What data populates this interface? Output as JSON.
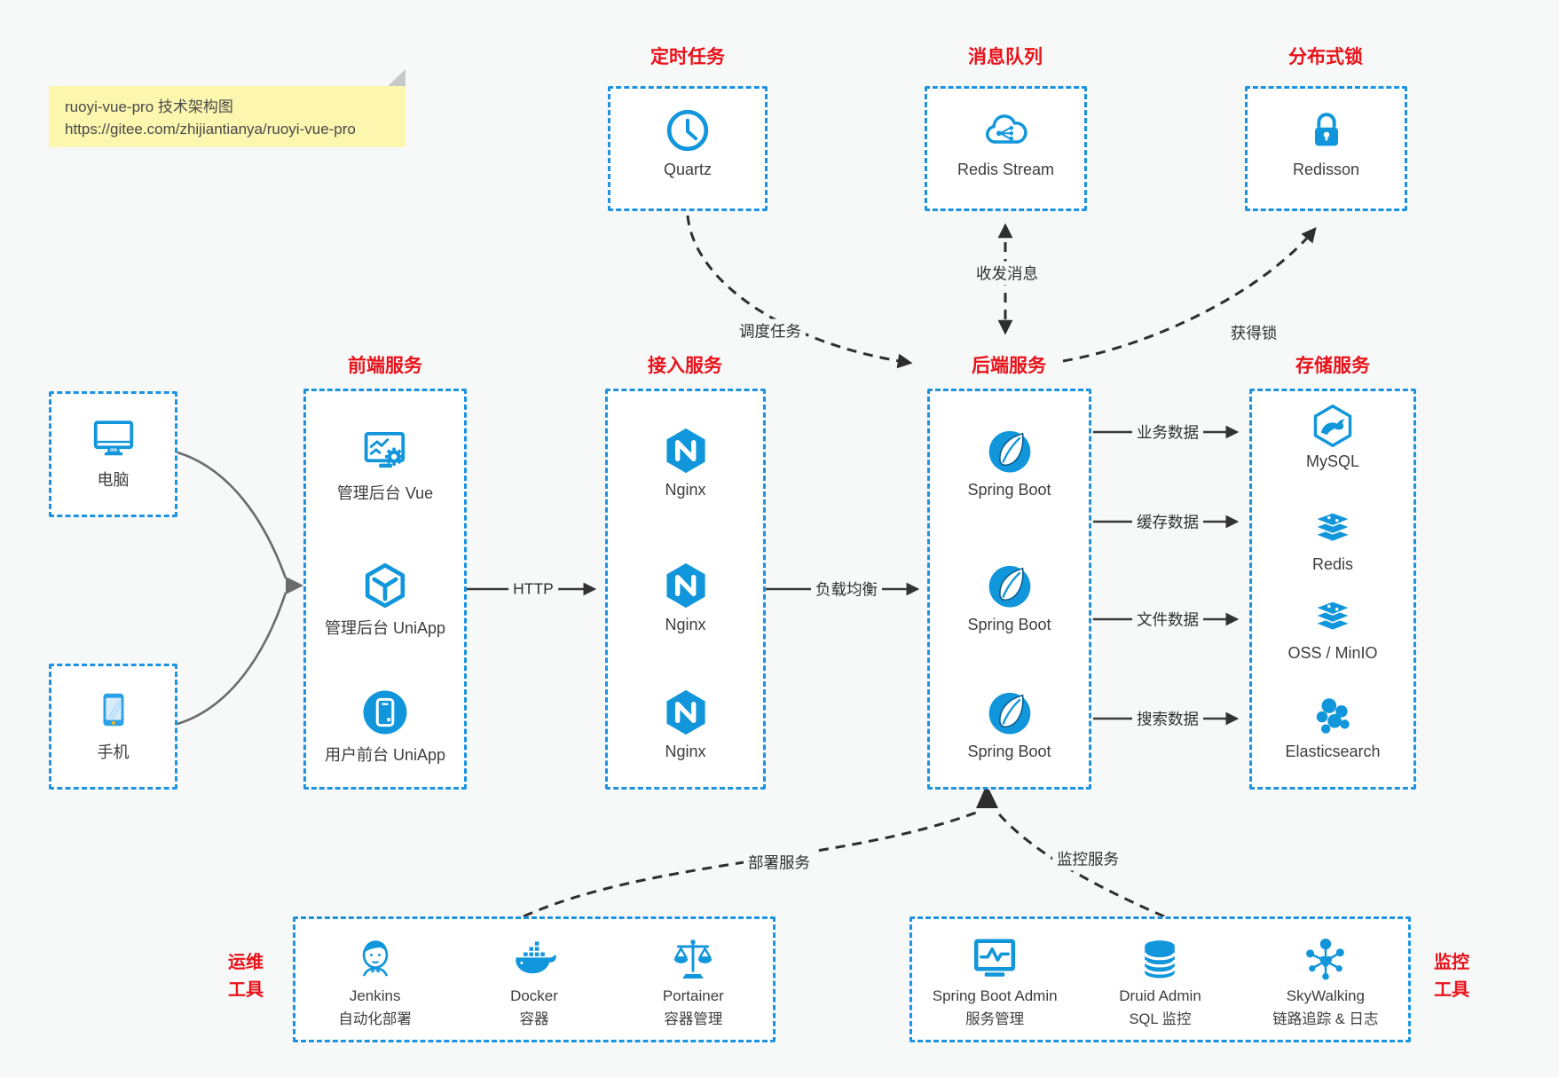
{
  "note": {
    "line1": "ruoyi-vue-pro 技术架构图",
    "line2": "https://gitee.com/zhijiantianya/ruoyi-vue-pro"
  },
  "colors": {
    "accent_blue": "#1296db",
    "box_dash_blue": "#1b93e0",
    "title_red": "#e8121a",
    "note_bg": "#fcf6ae"
  },
  "top_services": [
    {
      "title": "定时任务",
      "item": "Quartz",
      "icon": "clock-icon"
    },
    {
      "title": "消息队列",
      "item": "Redis Stream",
      "icon": "cloud-share-icon"
    },
    {
      "title": "分布式锁",
      "item": "Redisson",
      "icon": "lock-icon"
    }
  ],
  "clients": [
    {
      "label": "电脑",
      "icon": "desktop-icon"
    },
    {
      "label": "手机",
      "icon": "smartphone-icon"
    }
  ],
  "frontend": {
    "title": "前端服务",
    "items": [
      {
        "label": "管理后台 Vue"
      },
      {
        "label": "管理后台 UniApp"
      },
      {
        "label": "用户前台 UniApp"
      }
    ]
  },
  "gateway": {
    "title": "接入服务",
    "items": [
      {
        "label": "Nginx"
      },
      {
        "label": "Nginx"
      },
      {
        "label": "Nginx"
      }
    ]
  },
  "backend": {
    "title": "后端服务",
    "items": [
      {
        "label": "Spring Boot"
      },
      {
        "label": "Spring Boot"
      },
      {
        "label": "Spring Boot"
      }
    ]
  },
  "storage": {
    "title": "存储服务",
    "items": [
      {
        "label": "MySQL"
      },
      {
        "label": "Redis"
      },
      {
        "label": "OSS / MinIO"
      },
      {
        "label": "Elasticsearch"
      }
    ]
  },
  "ops_tools": {
    "title_line1": "运维",
    "title_line2": "工具",
    "items": [
      {
        "name": "Jenkins",
        "desc": "自动化部署"
      },
      {
        "name": "Docker",
        "desc": "容器"
      },
      {
        "name": "Portainer",
        "desc": "容器管理"
      }
    ]
  },
  "monitor_tools": {
    "title_line1": "监控",
    "title_line2": "工具",
    "items": [
      {
        "name": "Spring Boot Admin",
        "desc": "服务管理"
      },
      {
        "name": "Druid Admin",
        "desc": "SQL 监控"
      },
      {
        "name": "SkyWalking",
        "desc": "链路追踪 & 日志"
      }
    ]
  },
  "edges": {
    "http": "HTTP",
    "load_balance": "负载均衡",
    "schedule_task": "调度任务",
    "send_receive_message": "收发消息",
    "acquire_lock": "获得锁",
    "business_data": "业务数据",
    "cache_data": "缓存数据",
    "file_data": "文件数据",
    "search_data": "搜索数据",
    "deploy_service": "部署服务",
    "monitor_service": "监控服务"
  }
}
